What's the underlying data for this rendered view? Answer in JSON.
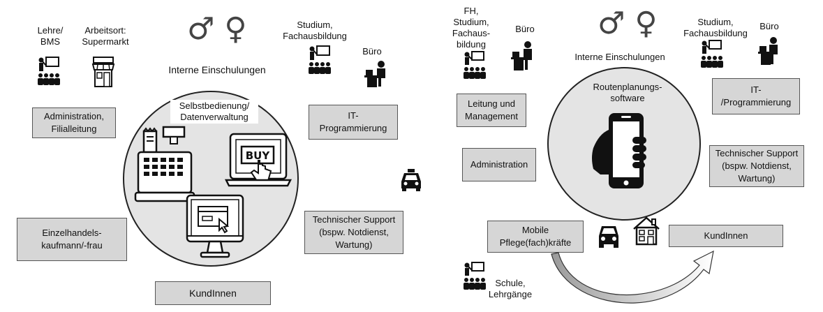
{
  "left": {
    "gender_symbols": "♂ ♀",
    "internal_training": "Interne Einschulungen",
    "top_labels": {
      "lehre": "Lehre/\nBMS",
      "arbeitsort": "Arbeitsort:\nSupermarkt",
      "studium": "Studium,\nFachausbildung",
      "buero": "Büro"
    },
    "circle_title": "Selbstbedienung/\nDatenverwaltung",
    "buy_text": "BUY",
    "boxes": {
      "administration": "Administration,\nFilialleitung",
      "it": "IT-\nProgrammierung",
      "einzelhandel": "Einzelhandels-\nkaufmann/-frau",
      "tech_support": "Technischer Support\n(bspw. Notdienst,\nWartung)",
      "kunden": "KundInnen"
    }
  },
  "right": {
    "gender_symbols": "♂ ♀",
    "internal_training": "Interne Einschulungen",
    "top_labels": {
      "fh": "FH,\nStudium,\nFachaus-\nbildung",
      "buero_left": "Büro",
      "studium": "Studium,\nFachausbildung",
      "buero_right": "Büro"
    },
    "circle_title": "Routenplanungs-\nsoftware",
    "boxes": {
      "leitung": "Leitung und\nManagement",
      "it": "IT-\n/Programmierung",
      "administration": "Administration",
      "tech_support": "Technischer Support\n(bspw. Notdienst,\nWartung)",
      "mobile": "Mobile\nPflege(fach)kräfte",
      "kunden": "KundInnen"
    },
    "schule": "Schule,\nLehrgänge"
  }
}
